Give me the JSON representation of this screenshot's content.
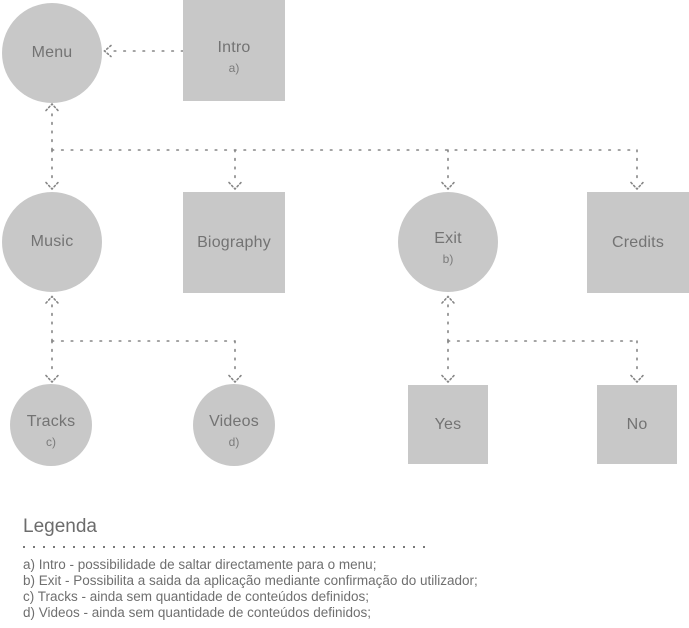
{
  "diagram": {
    "nodes": {
      "menu": {
        "label": "Menu"
      },
      "intro": {
        "label": "Intro",
        "marker": "a)"
      },
      "music": {
        "label": "Music"
      },
      "biography": {
        "label": "Biography"
      },
      "exit": {
        "label": "Exit",
        "marker": "b)"
      },
      "credits": {
        "label": "Credits"
      },
      "tracks": {
        "label": "Tracks",
        "marker": "c)"
      },
      "videos": {
        "label": "Videos",
        "marker": "d)"
      },
      "yes": {
        "label": "Yes"
      },
      "no": {
        "label": "No"
      }
    },
    "colors": {
      "node_fill": "#c8c8c8",
      "connector": "#858585",
      "node_text": "#737373",
      "legend_text": "#6f6f6f"
    },
    "connector_style": "dotted-with-chevron-arrows"
  },
  "legend": {
    "title": "Legenda",
    "items": [
      "a) Intro - possibilidade de saltar directamente para o menu;",
      "b) Exit - Possibilita a saida da aplicação mediante confirmação do utilizador;",
      "c) Tracks - ainda sem quantidade de conteúdos definidos;",
      "d) Videos - ainda sem quantidade de conteúdos definidos;"
    ]
  }
}
